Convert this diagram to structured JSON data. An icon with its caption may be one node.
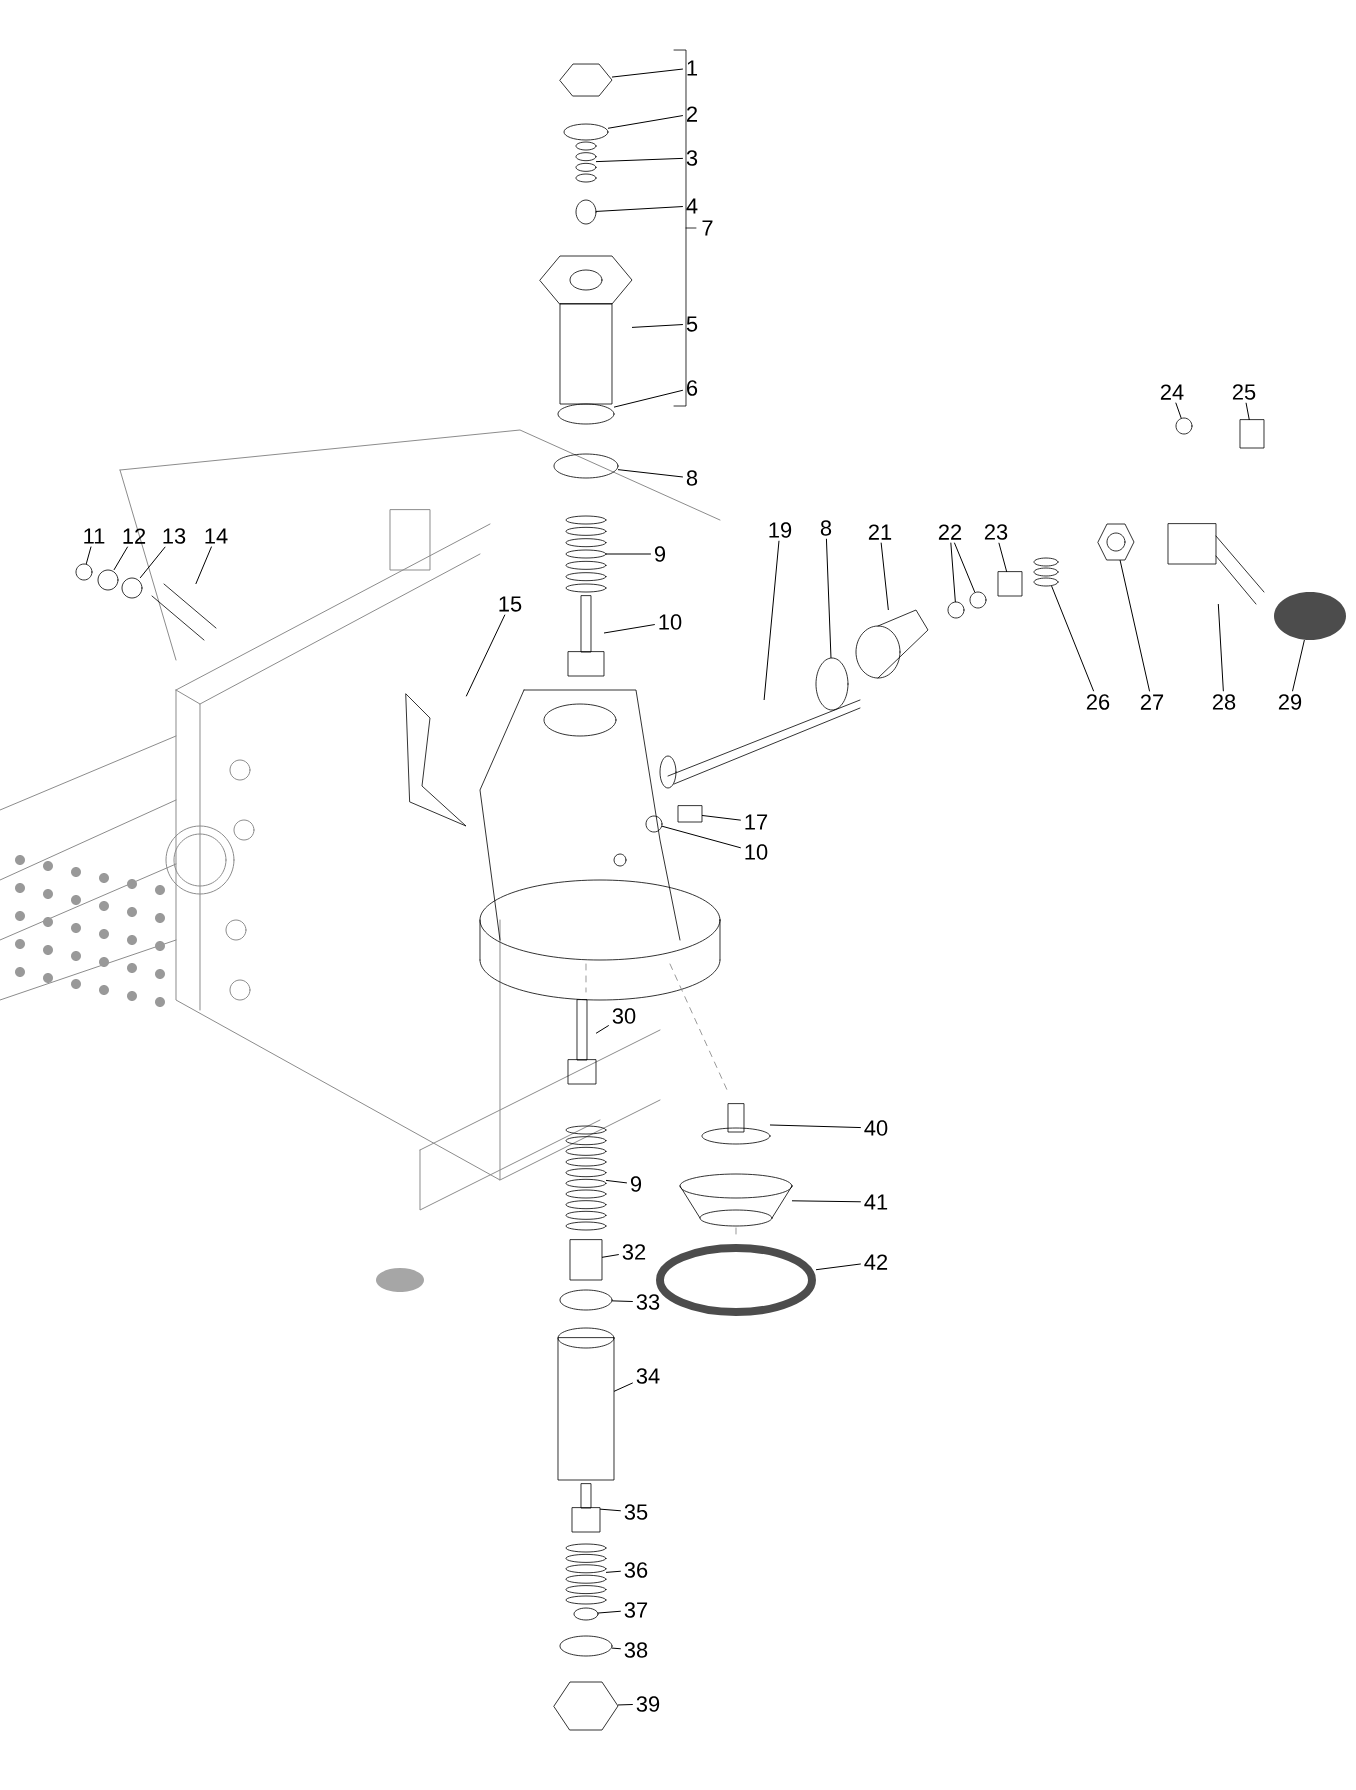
{
  "diagram": {
    "nodes": [
      {
        "text": [
          "1"
        ]
      },
      {
        "text": [
          "2"
        ]
      },
      {
        "text": [
          "3"
        ]
      },
      {
        "text": [
          "4"
        ]
      },
      {
        "text": [
          "5"
        ]
      },
      {
        "text": [
          "6"
        ]
      },
      {
        "text": [
          "8"
        ]
      },
      {
        "text": [
          "9"
        ]
      },
      {
        "text": [
          "10"
        ]
      },
      {
        "text": [
          "11"
        ]
      },
      {
        "text": [
          "12"
        ]
      },
      {
        "text": [
          "13"
        ]
      },
      {
        "text": [
          "14"
        ]
      },
      {
        "text": [
          "15"
        ]
      },
      {
        "text": [
          "19"
        ]
      },
      {
        "text": [
          "8"
        ]
      },
      {
        "text": [
          "21"
        ]
      },
      {
        "text": [
          "22"
        ]
      },
      {
        "text": [
          "23"
        ]
      },
      {
        "text": [
          "24"
        ]
      },
      {
        "text": [
          "25"
        ]
      },
      {
        "text": [
          "26"
        ]
      },
      {
        "text": [
          "27"
        ]
      },
      {
        "text": [
          "28"
        ]
      },
      {
        "text": [
          "29"
        ]
      },
      {
        "text": [
          "17"
        ]
      },
      {
        "text": [
          "10"
        ]
      },
      {
        "text": [
          "30"
        ]
      },
      {
        "text": [
          "9"
        ]
      },
      {
        "text": [
          "32"
        ]
      },
      {
        "text": [
          "33"
        ]
      },
      {
        "text": [
          "34"
        ]
      },
      {
        "text": [
          "35"
        ]
      },
      {
        "text": [
          "36"
        ]
      },
      {
        "text": [
          "37"
        ]
      },
      {
        "text": [
          "38"
        ]
      },
      {
        "text": [
          "39"
        ]
      },
      {
        "text": [
          "40"
        ]
      },
      {
        "text": [
          "41"
        ]
      },
      {
        "text": [
          "42"
        ]
      },
      {
        "text": [],
        "shape": "picture"
      },
      {
        "text": [],
        "shape": "circle"
      },
      {
        "text": [],
        "shape": "picture"
      },
      {
        "text": [],
        "shape": "circle"
      },
      {
        "text": [],
        "shape": "picture"
      },
      {
        "text": [],
        "shape": "circle"
      },
      {
        "text": [],
        "shape": "circle"
      },
      {
        "text": [],
        "shape": "picture"
      },
      {
        "text": [],
        "shape": "picture"
      },
      {
        "text": [],
        "shape": "circle"
      },
      {
        "text": [],
        "shape": "circle"
      },
      {
        "text": [],
        "shape": "circle"
      },
      {
        "text": [],
        "shape": "picture"
      },
      {
        "text": [],
        "shape": "picture"
      },
      {
        "text": [],
        "shape": "picture"
      },
      {
        "text": [],
        "shape": "circle"
      },
      {
        "text": [],
        "shape": "picture"
      },
      {
        "text": [],
        "shape": "circle"
      },
      {
        "text": [],
        "shape": "circle"
      },
      {
        "text": [],
        "shape": "box"
      },
      {
        "text": [],
        "shape": "circle"
      },
      {
        "text": [],
        "shape": "box"
      },
      {
        "text": [],
        "shape": "picture"
      },
      {
        "text": [],
        "shape": "picture"
      },
      {
        "text": [],
        "shape": "picture"
      },
      {
        "text": [],
        "shape": "circle"
      },
      {
        "text": [],
        "shape": "box"
      },
      {
        "text": [],
        "shape": "circle"
      },
      {
        "text": [],
        "shape": "picture"
      },
      {
        "text": [],
        "shape": "picture"
      },
      {
        "text": [],
        "shape": "box"
      },
      {
        "text": [],
        "shape": "circle"
      },
      {
        "text": [],
        "shape": "picture"
      },
      {
        "text": [],
        "shape": "picture"
      },
      {
        "text": [],
        "shape": "picture"
      },
      {
        "text": [],
        "shape": "circle"
      },
      {
        "text": [],
        "shape": "circle"
      },
      {
        "text": [],
        "shape": "picture"
      },
      {
        "text": [],
        "shape": "picture"
      },
      {
        "text": [],
        "shape": "picture"
      },
      {
        "text": [],
        "shape": "circle"
      }
    ],
    "edges": [
      {
        "from": 0,
        "to": 40,
        "arrow": "none"
      },
      {
        "from": 1,
        "to": 41,
        "arrow": "none"
      },
      {
        "from": 2,
        "to": 42,
        "arrow": "none"
      },
      {
        "from": 3,
        "to": 43,
        "arrow": "none"
      },
      {
        "from": 4,
        "to": 44,
        "arrow": "none"
      },
      {
        "from": 5,
        "to": 45,
        "arrow": "none"
      },
      {
        "from": 6,
        "to": 46,
        "arrow": "none"
      },
      {
        "from": 7,
        "to": 47,
        "arrow": "none"
      },
      {
        "from": 8,
        "to": 48,
        "arrow": "none"
      },
      {
        "from": 9,
        "to": 49,
        "arrow": "none"
      },
      {
        "from": 10,
        "to": 50,
        "arrow": "none"
      },
      {
        "from": 11,
        "to": 51,
        "arrow": "none"
      },
      {
        "from": 12,
        "to": 52,
        "arrow": "none"
      },
      {
        "from": 13,
        "to": 53,
        "arrow": "none"
      },
      {
        "from": 14,
        "to": 54,
        "arrow": "none"
      },
      {
        "from": 15,
        "to": 55,
        "arrow": "none"
      },
      {
        "from": 16,
        "to": 56,
        "arrow": "none"
      },
      {
        "from": 17,
        "to": 57,
        "arrow": "none"
      },
      {
        "from": 17,
        "to": 58,
        "arrow": "none"
      },
      {
        "from": 18,
        "to": 59,
        "arrow": "none"
      },
      {
        "from": 19,
        "to": 60,
        "arrow": "none"
      },
      {
        "from": 20,
        "to": 61,
        "arrow": "none"
      },
      {
        "from": 21,
        "to": 62,
        "arrow": "none"
      },
      {
        "from": 22,
        "to": 63,
        "arrow": "none"
      },
      {
        "from": 23,
        "to": 64,
        "arrow": "none"
      },
      {
        "from": 24,
        "to": 65,
        "arrow": "none"
      },
      {
        "from": 25,
        "to": 66,
        "arrow": "none"
      },
      {
        "from": 26,
        "to": 67,
        "arrow": "none"
      },
      {
        "from": 27,
        "to": 68,
        "arrow": "none"
      },
      {
        "from": 28,
        "to": 69,
        "arrow": "none"
      },
      {
        "from": 29,
        "to": 70,
        "arrow": "none"
      },
      {
        "from": 30,
        "to": 71,
        "arrow": "none"
      },
      {
        "from": 31,
        "to": 72,
        "arrow": "none"
      },
      {
        "from": 32,
        "to": 73,
        "arrow": "none"
      },
      {
        "from": 33,
        "to": 74,
        "arrow": "none"
      },
      {
        "from": 34,
        "to": 75,
        "arrow": "none"
      },
      {
        "from": 35,
        "to": 76,
        "arrow": "none"
      },
      {
        "from": 36,
        "to": 77,
        "arrow": "none"
      },
      {
        "from": 37,
        "to": 78,
        "arrow": "none"
      },
      {
        "from": 38,
        "to": 79,
        "arrow": "none"
      },
      {
        "from": 39,
        "to": 80,
        "arrow": "none"
      }
    ],
    "labels": [
      "7"
    ]
  }
}
